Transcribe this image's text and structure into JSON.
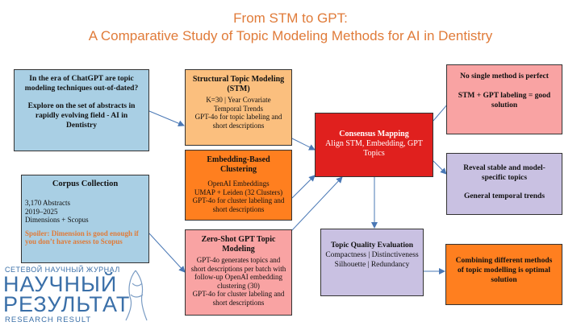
{
  "title": {
    "line1": "From STM to GPT:",
    "line2": "A Comparative Study of Topic Modeling Methods for AI in Dentistry",
    "color": "#e07b39"
  },
  "question_box": {
    "text1": "In the era of ChatGPT are topic modeling techniques out-of-dated?",
    "text2": "Explore on the set of abstracts in rapidly evolving field - AI in Dentistry"
  },
  "corpus_box": {
    "heading": "Corpus Collection",
    "lines": [
      "3,170 Abstracts",
      "2019–2025",
      "Dimensions + Scopus"
    ],
    "spoiler": "Spoiler: Dimension is good enough if you don’t have assess to Scopus"
  },
  "stm_box": {
    "heading": "Structural Topic Modeling (STM)",
    "lines": [
      "K=30 | Year Covariate",
      "Temporal Trends",
      "GPT-4o for topic labeling and short descriptions"
    ]
  },
  "embedding_box": {
    "heading": "Embedding-Based Clustering",
    "lines": [
      "OpenAI Embeddings",
      "UMAP + Leiden (32 Clusters)",
      "GPT-4o for cluster labeling and short descriptions"
    ]
  },
  "gpt_box": {
    "heading": "Zero-Shot GPT Topic Modeling",
    "lines": [
      "GPT-4o generates topics and short descriptions per batch with follow-up OpenAI embedding clustering (30)",
      "GPT-4o for cluster labeling and short descriptions"
    ]
  },
  "consensus_box": {
    "heading": "Consensus Mapping",
    "lines": [
      "Align STM, Embedding, GPT Topics"
    ]
  },
  "quality_box": {
    "heading": "Topic Quality Evaluation",
    "lines": [
      "Compactness | Distinctiveness",
      "Silhouette | Redundancy"
    ]
  },
  "result1_box": {
    "text1": "No single method is perfect",
    "text2": "STM + GPT labeling = good solution"
  },
  "result2_box": {
    "text1": "Reveal stable and model-specific topics",
    "text2": "General temporal trends"
  },
  "result3_box": {
    "text1": "Combining different methods of topic modelling is optimal solution"
  },
  "logo": {
    "line1": "СЕТЕВОЙ НАУЧНЫЙ ЖУРНАЛ",
    "line2": "НАУЧНЫЙ",
    "line3": "РЕЗУЛЬТАТ",
    "line4": "RESEARCH RESULT"
  },
  "colors": {
    "blue_box": "#a9cfe4",
    "orange_light": "#fbbf7e",
    "orange_dark": "#ff7f1f",
    "salmon": "#f9a3a3",
    "red": "#e0201e",
    "lavender": "#c9c1e2",
    "arrow": "#4a78b5"
  }
}
